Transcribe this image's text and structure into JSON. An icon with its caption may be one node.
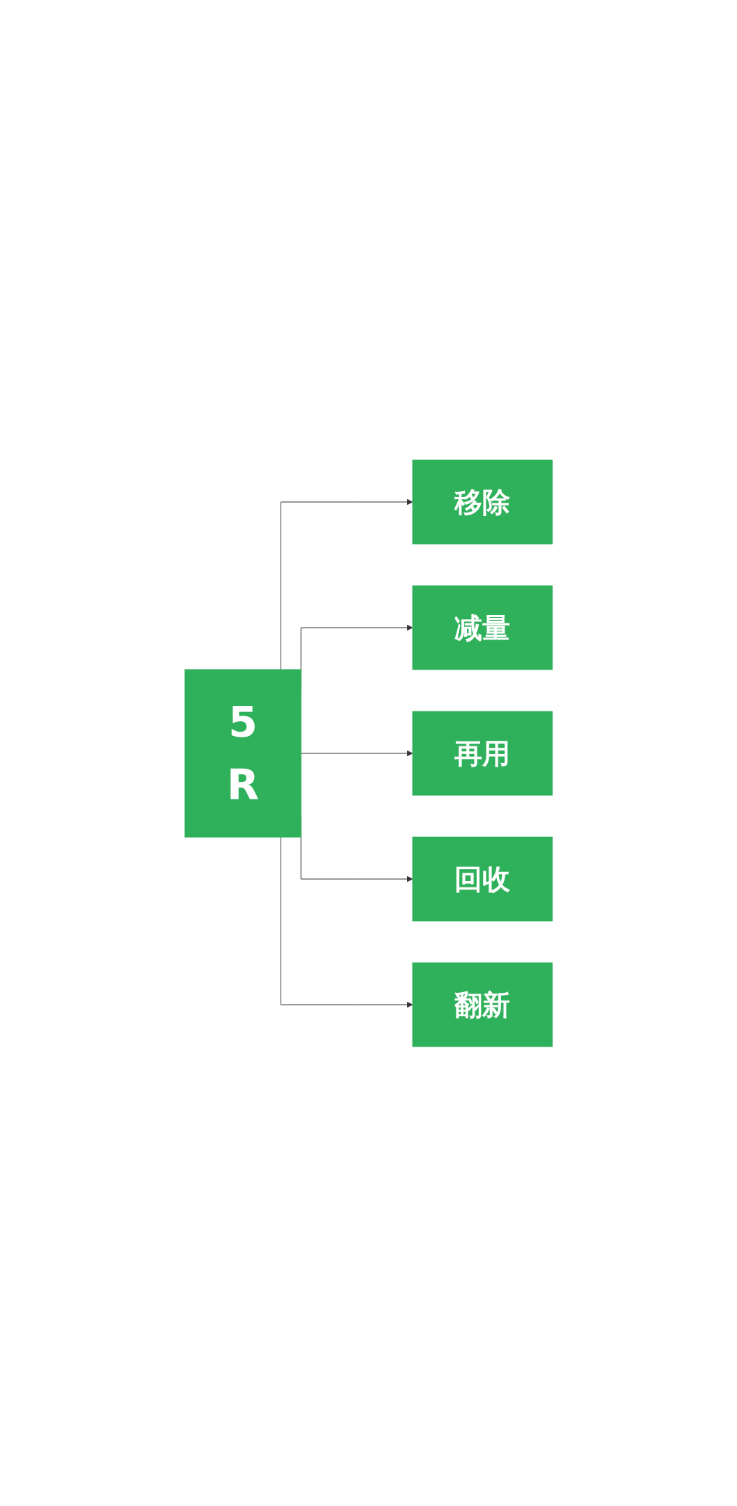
{
  "diagram": {
    "nodes": [
      {
        "text": [
          "5",
          "R"
        ]
      },
      {
        "text": [
          "移除"
        ]
      },
      {
        "text": [
          "减量"
        ]
      },
      {
        "text": [
          "再用"
        ]
      },
      {
        "text": [
          "回收"
        ]
      },
      {
        "text": [
          "翻新"
        ]
      }
    ],
    "edges": [
      {
        "from": 0,
        "to": 1,
        "arrow": "to"
      },
      {
        "from": 0,
        "to": 2,
        "arrow": "to"
      },
      {
        "from": 0,
        "to": 3,
        "arrow": "to"
      },
      {
        "from": 0,
        "to": 4,
        "arrow": "to"
      },
      {
        "from": 0,
        "to": 5,
        "arrow": "to"
      }
    ]
  }
}
